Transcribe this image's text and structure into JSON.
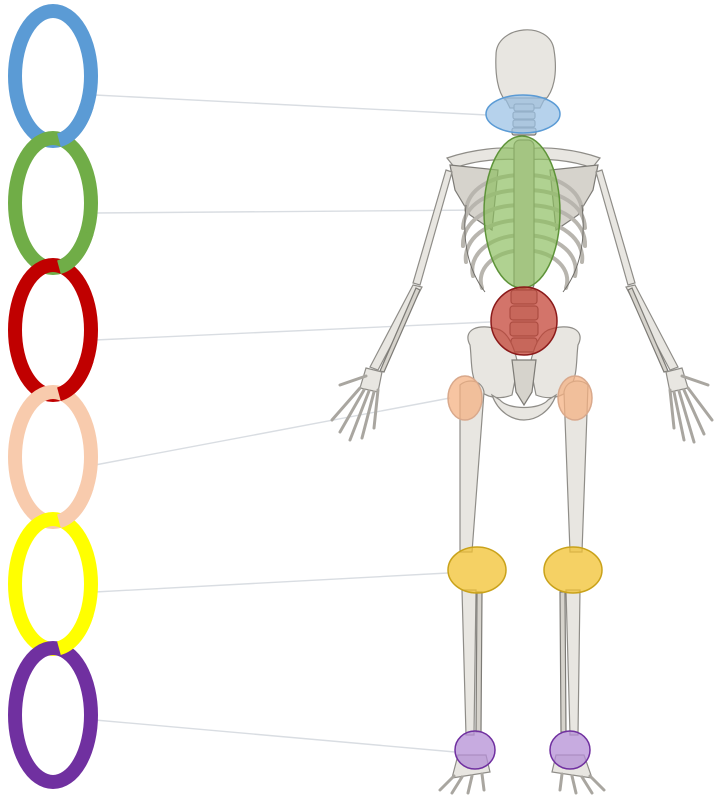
{
  "chain": {
    "links": [
      {
        "region": "neck",
        "color": "#5b9bd5",
        "stroke": "#4a86bd"
      },
      {
        "region": "thoracic-spine",
        "color": "#70ad47",
        "stroke": "#5e9339"
      },
      {
        "region": "lumbar-spine",
        "color": "#c00000",
        "stroke": "#a00000"
      },
      {
        "region": "hips",
        "color": "#f8cbad",
        "stroke": "#d9a98c"
      },
      {
        "region": "knees",
        "color": "#ffff00",
        "stroke": "#d8d800"
      },
      {
        "region": "ankles",
        "color": "#7030a0",
        "stroke": "#5c2685"
      }
    ]
  },
  "highlights": {
    "neck": {
      "fill": "#9dc3e6",
      "opacity": 0.75,
      "stroke": "#5b9bd5"
    },
    "thoracic": {
      "fill": "#8fbf62",
      "opacity": 0.7,
      "stroke": "#5e9339"
    },
    "lumbar": {
      "fill": "#c0392b",
      "opacity": 0.7,
      "stroke": "#8b1a1a"
    },
    "hips": {
      "fill": "#f4b183",
      "opacity": 0.75,
      "stroke": "#d9a98c"
    },
    "knees": {
      "fill": "#f2c230",
      "opacity": 0.75,
      "stroke": "#c9a21a"
    },
    "ankles": {
      "fill": "#b48fd6",
      "opacity": 0.75,
      "stroke": "#7030a0"
    }
  },
  "skeleton": {
    "view": "posterior",
    "bone_color": "#e8e6e1"
  }
}
